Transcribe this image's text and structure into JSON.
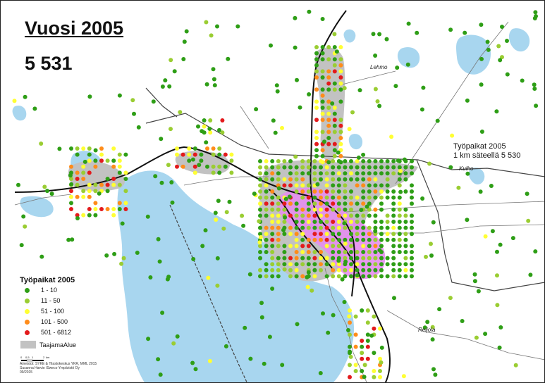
{
  "title": "Vuosi 2005",
  "total_count": "5 531",
  "info_box": {
    "line1": "Työpaikat 2005",
    "line2": "1 km säteellä 5 530"
  },
  "place_names": {
    "lehmo": "Lehmo",
    "kulho": "Kulho",
    "reijola": "Reijola"
  },
  "legend": {
    "title": "Työpaikat 2005",
    "classes": [
      {
        "label": "1 - 10",
        "color": "#2e9e16"
      },
      {
        "label": "11 - 50",
        "color": "#9acd32"
      },
      {
        "label": "51 - 100",
        "color": "#ffff33"
      },
      {
        "label": "101 - 500",
        "color": "#ff8c1a"
      },
      {
        "label": "501 - 6812",
        "color": "#e31a1c"
      }
    ],
    "area_label": "TaajamaAlue",
    "area_color": "#c2c2c2",
    "scale_labels": [
      "0",
      "0,5",
      "1",
      "2",
      "km"
    ],
    "credits": [
      "Aineistot: SYKE & Tilastokeskus YKR, MML 2015",
      "Susanna Harvio /Sweco Ympäristö Oy",
      "09/2015"
    ]
  },
  "colors": {
    "water": "#a8d6ef",
    "urban_area": "#c2c2c2",
    "radius_zone": "#e58ef0",
    "road": "#111111",
    "boundary": "#444444"
  }
}
